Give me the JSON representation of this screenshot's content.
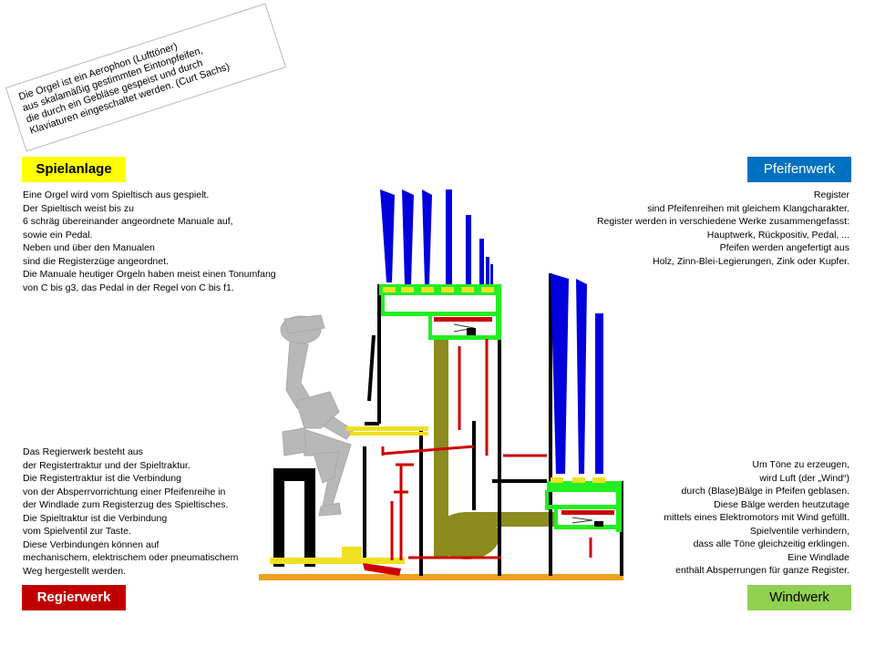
{
  "quote": {
    "lines": [
      "Die Orgel ist ein Aerophon (Lufttöner)",
      "aus skalamäßig gestimmten Eintonpfeifen,",
      "die durch ein Gebläse gespeist und durch",
      "Klaviaturen eingeschaltet werden. (Curt Sachs)"
    ]
  },
  "sections": {
    "spielanlage": {
      "label": "Spielanlage",
      "color": "#ffff00",
      "lines": [
        "Eine Orgel wird vom Spieltisch aus gespielt.",
        "Der Spieltisch weist bis zu",
        "6 schräg übereinander angeordnete Manuale auf,",
        "sowie ein Pedal.",
        "Neben und über den Manualen",
        "sind die Registerzüge angeordnet.",
        "Die Manuale heutiger Orgeln haben meist einen Tonumfang",
        "von C bis g3, das Pedal in der Regel von C bis f1."
      ]
    },
    "pfeifenwerk": {
      "label": "Pfeifenwerk",
      "color": "#0070c0",
      "lines": [
        "Register",
        "sind Pfeifenreihen mit gleichem Klangcharakter.",
        "Register werden in verschiedene Werke zusammengefasst:",
        "Hauptwerk, Rückpositiv, Pedal, ...",
        "Pfeifen werden angefertigt aus",
        "Holz, Zinn-Blei-Legierungen, Zink oder Kupfer."
      ]
    },
    "regierwerk": {
      "label": "Regierwerk",
      "color": "#c00000",
      "lines": [
        "Das Regierwerk besteht aus",
        "der Registertraktur und der Spieltraktur.",
        "Die Registertraktur ist die Verbindung",
        "von der Absperrvorrichtung einer Pfeifenreihe in",
        "der Windlade zum Registerzug des Spieltisches.",
        "Die Spieltraktur ist die Verbindung",
        "vom Spielventil zur Taste.",
        "Diese Verbindungen können auf",
        "mechanischem, elektrischem oder pneumatischem",
        "Weg hergestellt werden."
      ]
    },
    "windwerk": {
      "label": "Windwerk",
      "color": "#92d050",
      "lines": [
        "Um Töne zu erzeugen,",
        "wird Luft (der „Wind“)",
        "durch (Blase)Bälge in Pfeifen geblasen.",
        "Diese Bälge werden heutzutage",
        "mittels eines Elektromotors mit Wind gefüllt.",
        "Spielventile verhindern,",
        "dass alle Töne gleichzeitig erklingen.",
        "Eine Windlade",
        "enthält Absperrungen für ganze Register."
      ]
    }
  },
  "diagram": {
    "colors": {
      "pipes": "#0000dd",
      "windchest": "#22ee22",
      "tracker": "#cc0000",
      "wind_duct": "#8b8b1e",
      "console": "#f0e020",
      "floor": "#f0a020",
      "frame": "#000000",
      "player": "#b0b0b0"
    }
  }
}
